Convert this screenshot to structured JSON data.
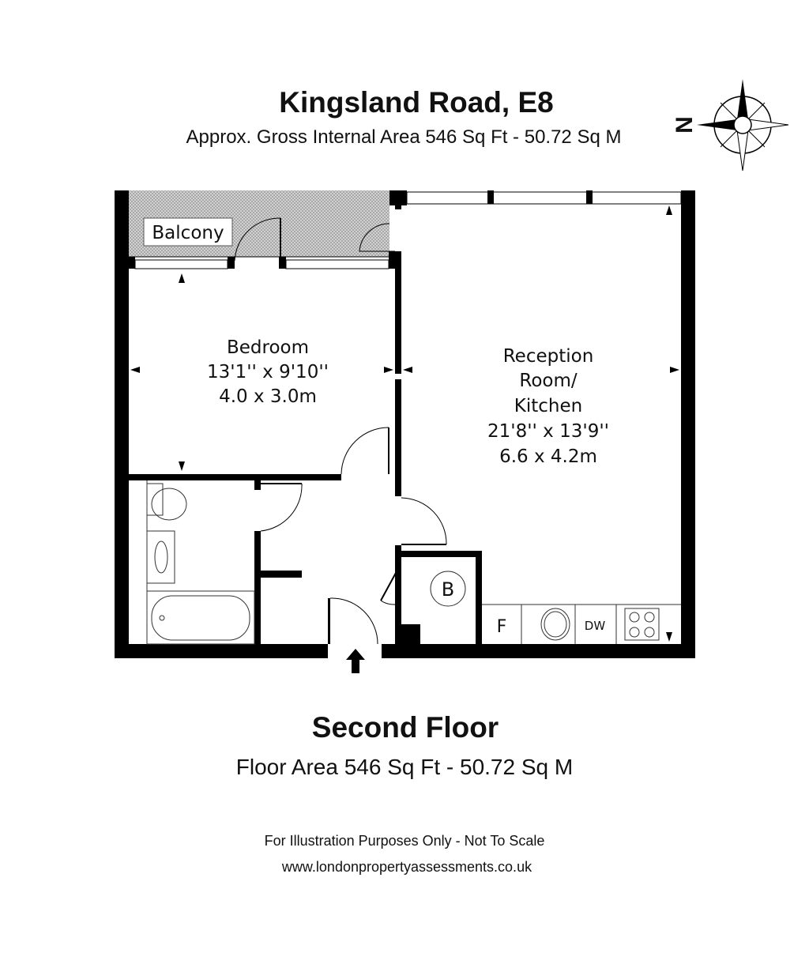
{
  "header": {
    "title": "Kingsland Road, E8",
    "subtitle": "Approx. Gross Internal Area 546 Sq Ft - 50.72 Sq M",
    "compass_letter": "N"
  },
  "rooms": {
    "balcony": {
      "name": "Balcony"
    },
    "bedroom": {
      "name": "Bedroom",
      "imperial": "13'1'' x 9'10''",
      "metric": "4.0 x 3.0m"
    },
    "reception": {
      "name_line1": "Reception",
      "name_line2": "Room/",
      "name_line3": "Kitchen",
      "imperial": "21'8'' x 13'9''",
      "metric": "6.6 x 4.2m"
    },
    "boiler": {
      "label": "B"
    },
    "fridge": {
      "label": "F"
    },
    "dishwasher": {
      "label": "DW"
    }
  },
  "footer": {
    "floor_name": "Second Floor",
    "floor_area": "Floor Area 546 Sq Ft - 50.72 Sq M",
    "disclaimer": "For Illustration Purposes Only - Not To Scale",
    "website": "www.londonpropertyassessments.co.uk"
  },
  "colors": {
    "wall": "#000000",
    "balcony_fill": "#c8c8c8"
  }
}
